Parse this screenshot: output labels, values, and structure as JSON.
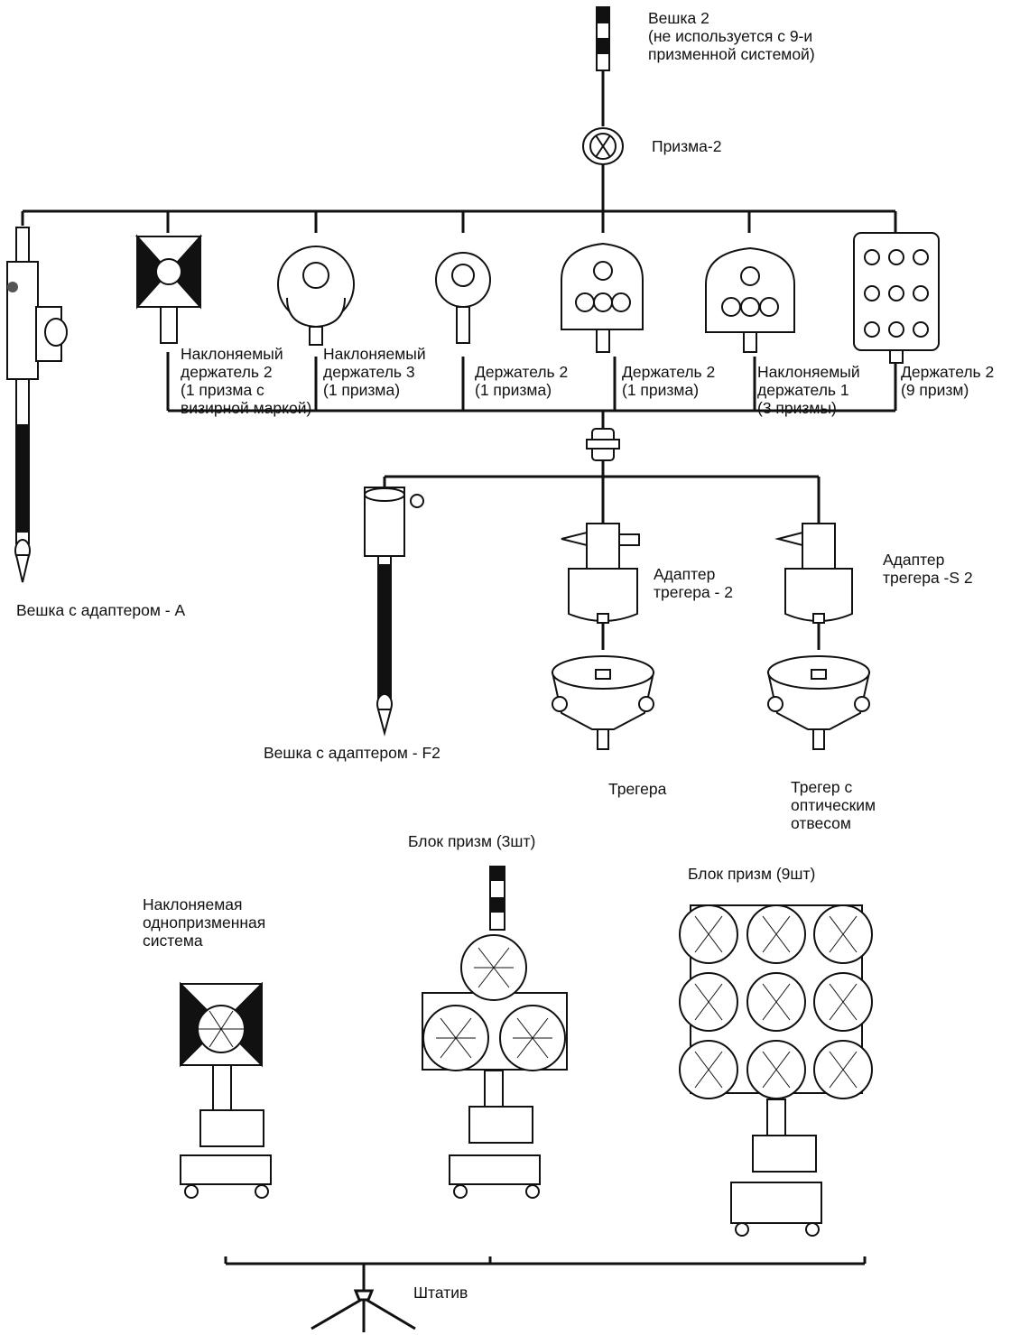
{
  "labels": {
    "pole2": "Вешка 2\n(не используется с 9-и\nпризменной системой)",
    "prism2": "Призма-2",
    "tilt_holder2": "Наклоняемый\nдержатель 2\n(1 призма с\nвизирной маркой)",
    "tilt_holder3": "Наклоняемый\nдержатель 3\n(1 призма)",
    "holder2_a": "Держатель 2\n(1 призма)",
    "holder2_b": "Держатель 2\n(1 призма)",
    "tilt_holder1": "Наклоняемый\nдержатель 1\n(3 призмы)",
    "holder2_9": "Держатель 2\n(9 призм)",
    "pole_adapter_a": "Вешка с адаптером - A",
    "tribrach_adapter2": "Адаптер\nтрегера - 2",
    "tribrach_adapter_s2": "Адаптер\nтрегера -S 2",
    "pole_adapter_f2": "Вешка с адаптером - F2",
    "tribrach": "Трегера",
    "tribrach_optical": "Трегер с\nоптическим\nотвесом",
    "block3": "Блок призм (3шт)",
    "tilt_single_system": "Наклоняемая\nоднопризменная\nсистема",
    "block9": "Блок призм (9шт)",
    "tripod": "Штатив"
  }
}
